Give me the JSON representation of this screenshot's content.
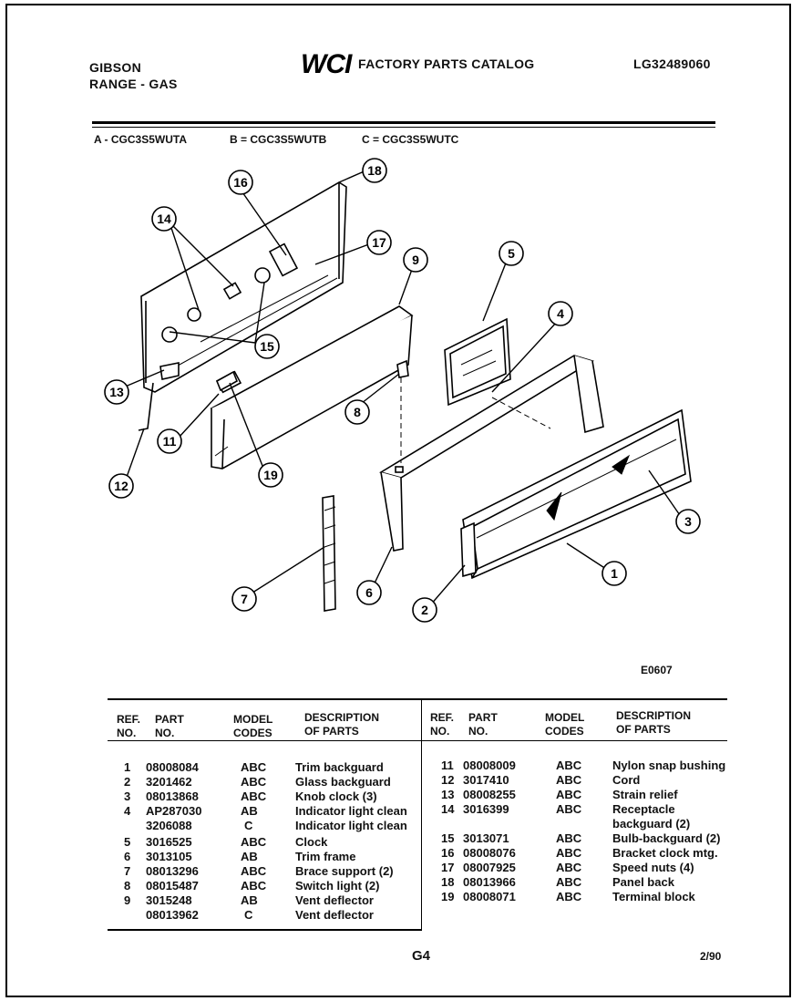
{
  "header": {
    "brand": "GIBSON",
    "product": "RANGE - GAS",
    "logo_text": "WCI",
    "catalog_title": "FACTORY PARTS CATALOG",
    "catalog_number": "LG32489060"
  },
  "models": [
    "A - CGC3S5WUTA",
    "B = CGC3S5WUTB",
    "C = CGC3S5WUTC"
  ],
  "diagram": {
    "figure_code": "E0607",
    "callouts": [
      "1",
      "2",
      "3",
      "4",
      "5",
      "6",
      "7",
      "8",
      "9",
      "11",
      "12",
      "13",
      "14",
      "15",
      "16",
      "17",
      "18",
      "19"
    ]
  },
  "table": {
    "headers": {
      "ref": "REF. NO.",
      "ref_l1": "REF.",
      "ref_l2": "NO.",
      "part_l1": "PART",
      "part_l2": "NO.",
      "model_l1": "MODEL",
      "model_l2": "CODES",
      "desc_l1": "DESCRIPTION",
      "desc_l2": "OF PARTS"
    },
    "left_rows": [
      {
        "ref": "1",
        "part": "08008084",
        "codes": "ABC",
        "desc": "Trim backguard"
      },
      {
        "ref": "2",
        "part": "3201462",
        "codes": "ABC",
        "desc": "Glass backguard"
      },
      {
        "ref": "3",
        "part": "08013868",
        "codes": "ABC",
        "desc": "Knob clock (3)"
      },
      {
        "ref": "4",
        "part": "AP287030",
        "codes": "AB",
        "desc": "Indicator light clean"
      },
      {
        "ref": "",
        "part": "3206088",
        "codes": "C",
        "desc": "Indicator light clean"
      },
      {
        "ref": "5",
        "part": "3016525",
        "codes": "ABC",
        "desc": "Clock"
      },
      {
        "ref": "6",
        "part": "3013105",
        "codes": "AB",
        "desc": "Trim frame"
      },
      {
        "ref": "7",
        "part": "08013296",
        "codes": "ABC",
        "desc": "Brace support (2)"
      },
      {
        "ref": "8",
        "part": "08015487",
        "codes": "ABC",
        "desc": "Switch light (2)"
      },
      {
        "ref": "9",
        "part": "3015248",
        "codes": "AB",
        "desc": "Vent deflector"
      },
      {
        "ref": "",
        "part": "08013962",
        "codes": "C",
        "desc": "Vent deflector"
      }
    ],
    "right_rows": [
      {
        "ref": "11",
        "part": "08008009",
        "codes": "ABC",
        "desc": "Nylon snap bushing"
      },
      {
        "ref": "12",
        "part": "3017410",
        "codes": "ABC",
        "desc": "Cord"
      },
      {
        "ref": "13",
        "part": "08008255",
        "codes": "ABC",
        "desc": "Strain relief"
      },
      {
        "ref": "14",
        "part": "3016399",
        "codes": "ABC",
        "desc": "Receptacle"
      },
      {
        "ref": "",
        "part": "",
        "codes": "",
        "desc": "backguard (2)"
      },
      {
        "ref": "15",
        "part": "3013071",
        "codes": "ABC",
        "desc": "Bulb-backguard (2)"
      },
      {
        "ref": "16",
        "part": "08008076",
        "codes": "ABC",
        "desc": "Bracket clock mtg."
      },
      {
        "ref": "17",
        "part": "08007925",
        "codes": "ABC",
        "desc": "Speed nuts (4)"
      },
      {
        "ref": "18",
        "part": "08013966",
        "codes": "ABC",
        "desc": "Panel back"
      },
      {
        "ref": "19",
        "part": "08008071",
        "codes": "ABC",
        "desc": "Terminal block"
      }
    ]
  },
  "footer": {
    "page_code": "G4",
    "date": "2/90"
  }
}
